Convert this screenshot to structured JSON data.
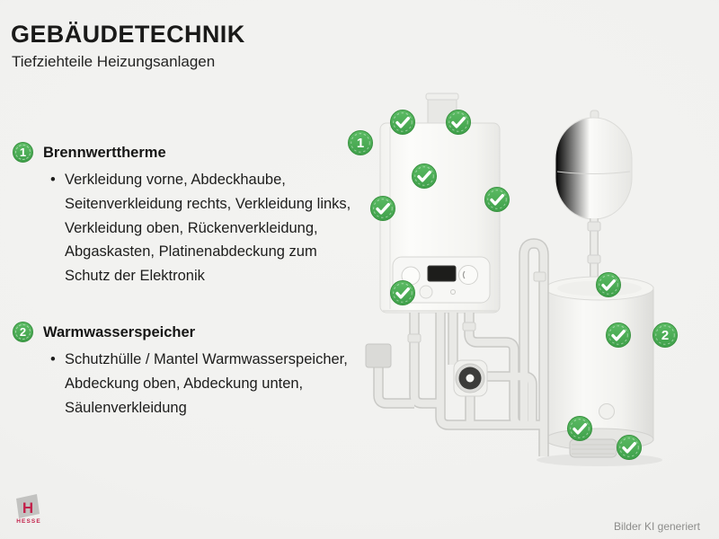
{
  "header": {
    "title": "GEBÄUDETECHNIK",
    "subtitle": "Tiefziehteile Heizungsanlagen"
  },
  "sections": [
    {
      "number": "1",
      "heading": "Brennwerttherme",
      "bullet_glyph": "•",
      "lines": [
        "Verkleidung vorne, Abdeckhaube,",
        "Seitenverkleidung rechts, Verkleidung links,",
        "Verkleidung oben, Rückenverkleidung,",
        "Abgaskasten, Platinenabdeckung zum",
        "Schutz der Elektronik"
      ]
    },
    {
      "number": "2",
      "heading": "Warmwasserspeicher",
      "bullet_glyph": "•",
      "lines": [
        "Schutzhülle / Mantel Warmwasserspeicher,",
        "Abdeckung oben, Abdeckung unten,",
        "Säulenverkleidung"
      ]
    }
  ],
  "figure": {
    "badge_one": "1",
    "badge_two": "2",
    "checkmark_count": 10,
    "accent_green": "#4aae52"
  },
  "footer": {
    "credit": "Bilder KI generiert",
    "logo": {
      "letter": "H",
      "name": "HESSE"
    }
  },
  "colors": {
    "accent_green": "#4aae52",
    "brand_red": "#c3234c",
    "background": "#f1f1ef"
  }
}
